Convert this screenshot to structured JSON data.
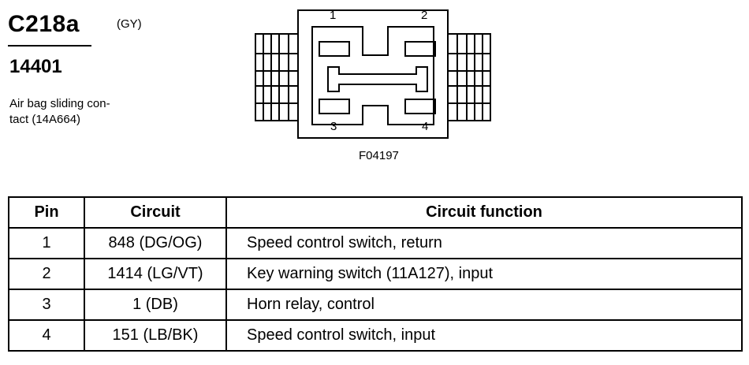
{
  "header": {
    "connector_id": "C218a",
    "color_code": "(GY)",
    "part_number": "14401",
    "description_lines": [
      "Air bag sliding con-",
      "tact (14A664)"
    ]
  },
  "diagram": {
    "pin_labels": [
      "1",
      "2",
      "3",
      "4"
    ],
    "figure_id": "F04197"
  },
  "table": {
    "headers": [
      "Pin",
      "Circuit",
      "Circuit function"
    ],
    "rows": [
      {
        "pin": "1",
        "circuit": "848 (DG/OG)",
        "function": "Speed control switch, return"
      },
      {
        "pin": "2",
        "circuit": "1414 (LG/VT)",
        "function": "Key warning switch (11A127), input"
      },
      {
        "pin": "3",
        "circuit": "1  (DB)",
        "function": "Horn relay, control"
      },
      {
        "pin": "4",
        "circuit": "151 (LB/BK)",
        "function": "Speed control switch, input"
      }
    ]
  }
}
